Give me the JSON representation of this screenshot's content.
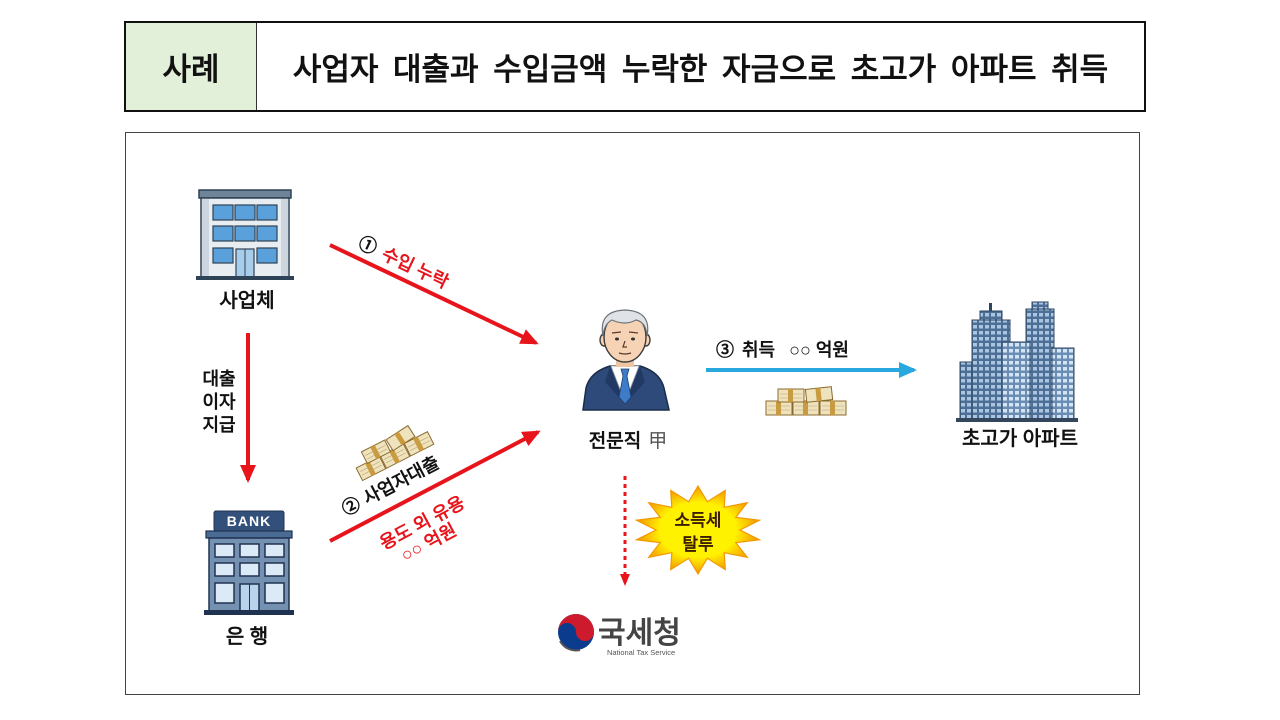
{
  "title": {
    "tag": "사례",
    "text": "사업자 대출과 수입금액 누락한 자금으로 초고가 아파트 취득"
  },
  "colors": {
    "tag_bg": "#e2efd9",
    "arrow_red": "#e8141c",
    "arrow_blue": "#29a8e0",
    "burst_yellow": "#fff200",
    "burst_orange": "#f39800",
    "nts_red": "#cd1a2d",
    "nts_blue": "#0b3b8c"
  },
  "nodes": {
    "business": {
      "label": "사업체",
      "icon": "office-building-icon"
    },
    "bank": {
      "label": "은 행",
      "sign": "BANK",
      "icon": "bank-building-icon"
    },
    "professional": {
      "label": "전문직",
      "mark": "甲",
      "icon": "businessman-icon"
    },
    "apartment": {
      "label": "초고가 아파트",
      "icon": "apartment-towers-icon"
    },
    "nts": {
      "name": "국세청",
      "name_en": "National Tax Service",
      "icon": "nts-taegeuk-logo-icon"
    }
  },
  "flows": {
    "loan_interest": {
      "lines": [
        "대출",
        "이자",
        "지급"
      ]
    },
    "income_omission": {
      "number": "①",
      "label": "수입 누락"
    },
    "business_loan": {
      "number": "②",
      "label": "사업자대출",
      "misuse": "용도 외 유용",
      "amount": "○○ 억원",
      "icon": "money-stack-icon"
    },
    "acquisition": {
      "number": "③",
      "label": "취득",
      "amount": "○○ 억원",
      "icon": "money-stack-icon"
    },
    "tax_evasion": {
      "lines": [
        "소득세",
        "탈루"
      ],
      "icon": "starburst-icon"
    }
  }
}
